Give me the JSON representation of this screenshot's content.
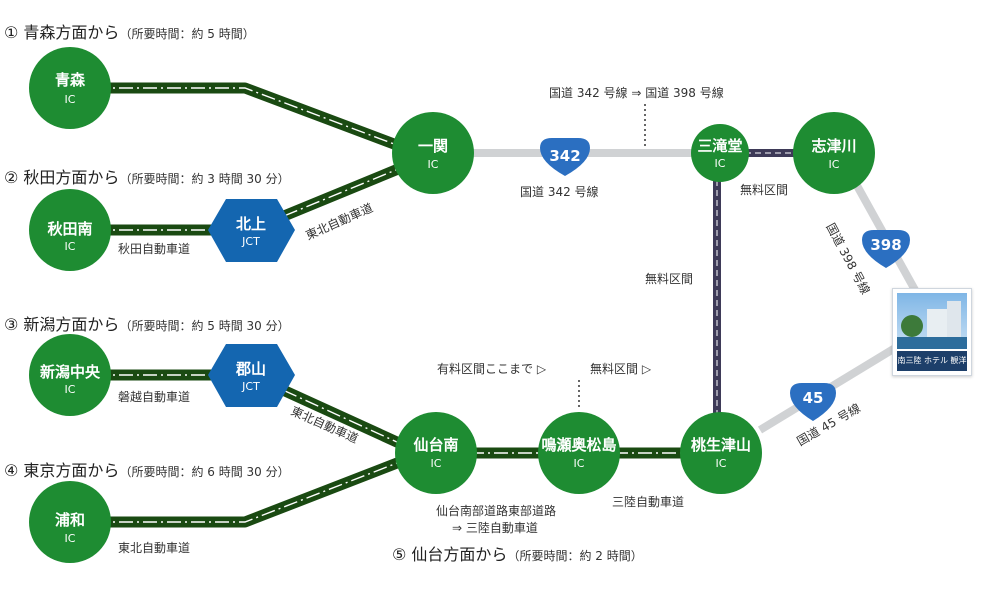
{
  "routes_heading": {
    "aomori": {
      "label": "① 青森方面から",
      "time": "（所要時間：約 5 時間）"
    },
    "akita": {
      "label": "② 秋田方面から",
      "time": "（所要時間：約 3 時間 30 分）"
    },
    "niigata": {
      "label": "③ 新潟方面から",
      "time": "（所要時間：約 5 時間 30 分）"
    },
    "tokyo": {
      "label": "④ 東京方面から",
      "time": "（所要時間：約 6 時間 30 分）"
    },
    "sendai": {
      "label": "⑤ 仙台方面から",
      "time": "（所要時間：約 2 時間）"
    }
  },
  "nodes": {
    "aomori": {
      "name": "青森",
      "sub": "IC"
    },
    "akitaminami": {
      "name": "秋田南",
      "sub": "IC"
    },
    "kitakami": {
      "name": "北上",
      "sub": "JCT"
    },
    "ichinoseki": {
      "name": "一関",
      "sub": "IC"
    },
    "sanmaki": {
      "name": "三滝堂",
      "sub": "IC"
    },
    "shizugawa": {
      "name": "志津川",
      "sub": "IC"
    },
    "niigatachuo": {
      "name": "新潟中央",
      "sub": "IC"
    },
    "koriyama": {
      "name": "郡山",
      "sub": "JCT"
    },
    "urawa": {
      "name": "浦和",
      "sub": "IC"
    },
    "sendaiminami": {
      "name": "仙台南",
      "sub": "IC"
    },
    "naruse": {
      "name": "鳴瀬奥松島",
      "sub": "IC"
    },
    "momonoutsuyama": {
      "name": "桃生津山",
      "sub": "IC"
    }
  },
  "shields": {
    "r342": "342",
    "r398": "398",
    "r45": "45"
  },
  "labels": {
    "tohoku_exp_1": "東北自動車道",
    "akita_exp": "秋田自動車道",
    "route342": "国道 342 号線",
    "route_change": "国道 342 号線 ⇒ 国道 398 号線",
    "free_1": "無料区間",
    "free_2": "無料区間",
    "route398": "国道 398 号線",
    "banetsu_exp": "磐越自動車道",
    "tohoku_exp_2": "東北自動車道",
    "tohoku_exp_3": "東北自動車道",
    "toll_until": "有料区間ここまで ▷",
    "free_3": "無料区間 ▷",
    "sendai_east_1": "仙台南部道路東部道路",
    "sendai_east_2": "⇒ 三陸自動車道",
    "sanriku_exp": "三陸自動車道",
    "route45": "国道 45 号線"
  },
  "hotel": {
    "caption": "南三陸 ホテル 観洋"
  },
  "colors": {
    "node_green": "#1e8c32",
    "jct_blue": "#1466b0",
    "expressway_dark": "#1a4a12",
    "expressway_stripe": "#ffffff",
    "national_road": "#d0d2d4",
    "free_section": "#3e3a58",
    "shield_blue": "#2b6fc1"
  }
}
